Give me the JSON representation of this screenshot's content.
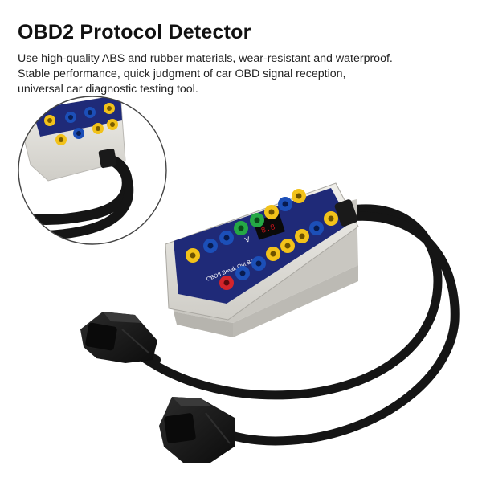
{
  "product": {
    "title": "OBD2 Protocol Detector",
    "description_lines": [
      "Use high-quality ABS and rubber materials, wear-resistant and waterproof.",
      "Stable performance, quick judgment of car OBD signal reception,",
      "universal car diagnostic testing tool."
    ],
    "device_label": "OBDII Break Out Box",
    "voltage_label": "V"
  },
  "colors": {
    "body": "#e6e4df",
    "panel": "#1f2a78",
    "yellow": "#f2c21a",
    "blue": "#1c4fb8",
    "green": "#25a845",
    "red": "#d4242b",
    "cable": "#151515"
  }
}
